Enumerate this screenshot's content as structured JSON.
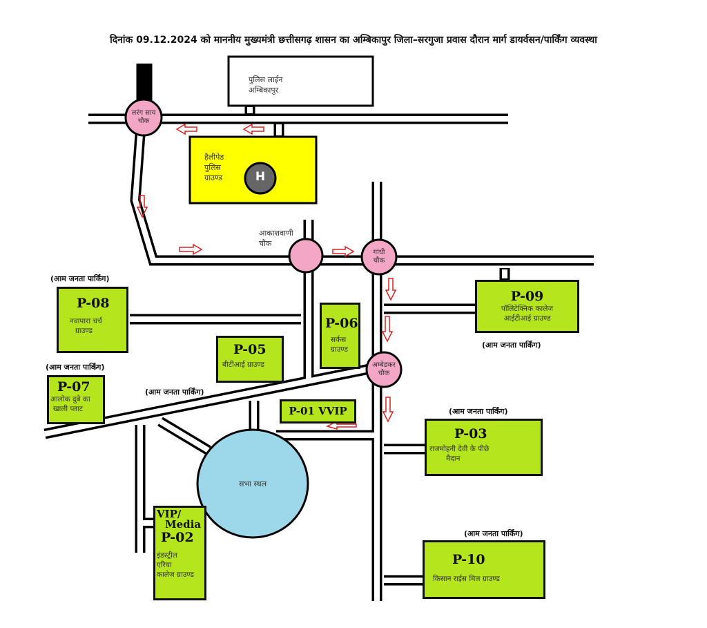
{
  "title": "दिनांक 09.12.2024 को माननीय मुख्यमंत्री छत्तीसगढ़ शासन का अम्बिकापुर जिला–सरगुजा प्रवास दौरान मार्ग डायर्वसन/पार्किंग व्यवस्था",
  "places": {
    "police_line": [
      "पुलिस लाईन",
      "अम्बिकापुर"
    ],
    "helipad": [
      "हैलीपेड",
      "पुलिस",
      "ग्राउण्ड"
    ],
    "helipad_symbol": "H",
    "sabha_sthal": "सभा स्थल"
  },
  "chowks": {
    "lareng_sai": [
      "लरंग साय",
      "चौक"
    ],
    "akashvani": [
      "आकाशवाणी",
      "चौक"
    ],
    "gandhi": [
      "गांधी",
      "चौक"
    ],
    "ambedkar": [
      "अम्बेडकर",
      "चौक"
    ]
  },
  "public_parking_label": "(आम जनता पार्किंग)",
  "parkings": {
    "p08": {
      "code": "P-08",
      "name": [
        "नवापारा चर्च",
        "ग्राउण्ड"
      ]
    },
    "p07": {
      "code": "P-07",
      "name": [
        "आलोक दुबे का",
        "खाली प्लाट"
      ]
    },
    "p05": {
      "code": "P-05",
      "name": [
        "बीटीआई ग्राउण्ड"
      ]
    },
    "p06": {
      "code": "P-06",
      "name": [
        "सर्कस",
        "ग्राउण्ड"
      ]
    },
    "p09": {
      "code": "P-09",
      "name": [
        "पॉलिटेक्निक कालेज",
        "आईटीआई ग्राउण्ड"
      ]
    },
    "p01": {
      "code": "P-01 VVIP"
    },
    "p03": {
      "code": "P-03",
      "name": [
        "राजमोहनी देवी के पीछे",
        "मैदान"
      ]
    },
    "p10": {
      "code": "P-10",
      "name": [
        "किसान राईस मिल ग्राउण्ड"
      ]
    },
    "p02": {
      "tag": [
        "VIP/",
        "Media"
      ],
      "code": "P-02",
      "name": [
        "इंडस्ट्रील",
        "एरिया",
        "कालेज ग्राउण्ड"
      ]
    }
  },
  "colors": {
    "parking": "#b5e61d",
    "helipad": "#ffff00",
    "chowk": "#f4a6c6",
    "sabha": "#9dd8ea",
    "arrow": "#e02020"
  }
}
